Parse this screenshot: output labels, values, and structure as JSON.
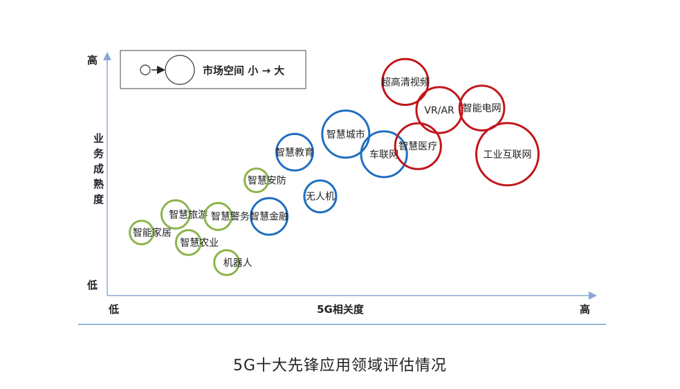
{
  "caption": "5G十大先锋应用领域评估情况",
  "chart_data": {
    "type": "scatter",
    "xlabel": "5G相关度",
    "ylabel": "业务成熟度",
    "x_low": "低",
    "x_high": "高",
    "y_low": "低",
    "y_high": "高",
    "legend_text": "市场空间 小 → 大",
    "colors": {
      "green": "#8db34a",
      "blue": "#1f6fbf",
      "red": "#c0161b"
    },
    "points": [
      {
        "name": "智能家居",
        "x": 0.04,
        "y": 0.19,
        "size": 1.0,
        "color": "green"
      },
      {
        "name": "智慧旅游",
        "x": 0.12,
        "y": 0.28,
        "size": 1.2,
        "color": "green"
      },
      {
        "name": "智慧农业",
        "x": 0.15,
        "y": 0.14,
        "size": 1.05,
        "color": "green"
      },
      {
        "name": "机器人",
        "x": 0.24,
        "y": 0.04,
        "size": 1.05,
        "color": "green"
      },
      {
        "name": "智慧警务",
        "x": 0.22,
        "y": 0.27,
        "size": 1.15,
        "color": "green"
      },
      {
        "name": "智慧安防",
        "x": 0.31,
        "y": 0.45,
        "size": 1.0,
        "color": "green"
      },
      {
        "name": "智慧金融",
        "x": 0.34,
        "y": 0.27,
        "size": 1.55,
        "color": "blue"
      },
      {
        "name": "智慧教育",
        "x": 0.4,
        "y": 0.59,
        "size": 1.55,
        "color": "blue"
      },
      {
        "name": "无人机",
        "x": 0.46,
        "y": 0.37,
        "size": 1.35,
        "color": "blue"
      },
      {
        "name": "智慧城市",
        "x": 0.52,
        "y": 0.68,
        "size": 2.0,
        "color": "blue"
      },
      {
        "name": "车联网",
        "x": 0.61,
        "y": 0.58,
        "size": 1.95,
        "color": "blue"
      },
      {
        "name": "超高清视频",
        "x": 0.66,
        "y": 0.94,
        "size": 1.95,
        "color": "red"
      },
      {
        "name": "VR/AR",
        "x": 0.74,
        "y": 0.8,
        "size": 1.95,
        "color": "red"
      },
      {
        "name": "智慧医疗",
        "x": 0.69,
        "y": 0.62,
        "size": 1.95,
        "color": "red"
      },
      {
        "name": "智能电网",
        "x": 0.84,
        "y": 0.81,
        "size": 1.9,
        "color": "red"
      },
      {
        "name": "工业互联网",
        "x": 0.9,
        "y": 0.58,
        "size": 2.65,
        "color": "red"
      }
    ]
  }
}
